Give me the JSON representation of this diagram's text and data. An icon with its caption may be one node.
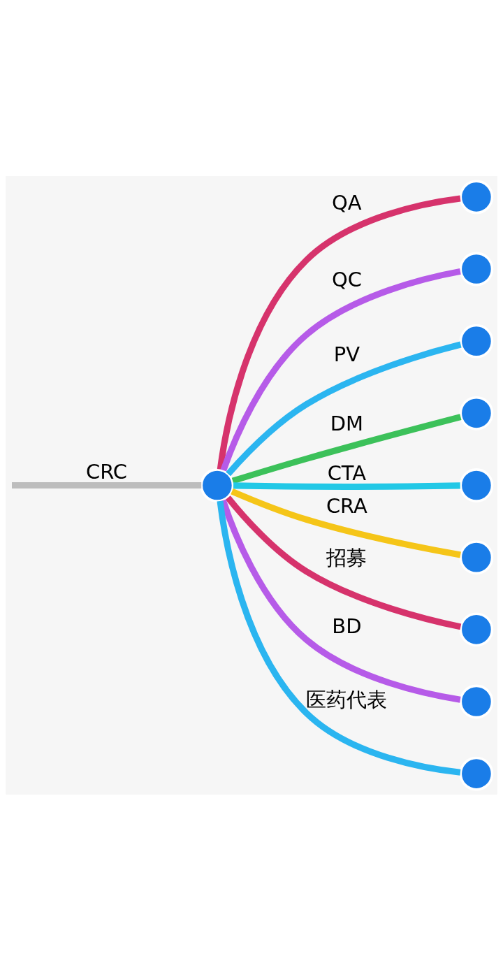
{
  "diagram": {
    "nodes": [
      {
        "text": [],
        "shape": "circle"
      },
      {
        "text": [],
        "shape": "circle"
      },
      {
        "text": [],
        "shape": "circle"
      },
      {
        "text": [],
        "shape": "circle"
      },
      {
        "text": [],
        "shape": "circle"
      },
      {
        "text": [],
        "shape": "circle"
      },
      {
        "text": [],
        "shape": "circle"
      },
      {
        "text": [],
        "shape": "circle"
      },
      {
        "text": [],
        "shape": "circle"
      },
      {
        "text": [],
        "shape": "circle"
      }
    ],
    "edges": [
      {
        "from": null,
        "to": 0,
        "arrow": "none",
        "label": "CRC",
        "color": "#bdbdbd"
      },
      {
        "from": 0,
        "to": 1,
        "arrow": "none",
        "label": "QA",
        "color": "#d6336c"
      },
      {
        "from": 0,
        "to": 2,
        "arrow": "none",
        "label": "QC",
        "color": "#b65be8"
      },
      {
        "from": 0,
        "to": 3,
        "arrow": "none",
        "label": "PV",
        "color": "#2bb5f0"
      },
      {
        "from": 0,
        "to": 4,
        "arrow": "none",
        "label": "DM",
        "color": "#3cc15a"
      },
      {
        "from": 0,
        "to": 5,
        "arrow": "none",
        "label": "CTA",
        "color": "#22c8e6"
      },
      {
        "from": 0,
        "to": 6,
        "arrow": "none",
        "label": "CRA",
        "color": "#f5c518"
      },
      {
        "from": 0,
        "to": 7,
        "arrow": "none",
        "label": "招募",
        "color": "#d6336c"
      },
      {
        "from": 0,
        "to": 8,
        "arrow": "none",
        "label": "BD",
        "color": "#b65be8"
      },
      {
        "from": 0,
        "to": 9,
        "arrow": "none",
        "label": "医药代表",
        "color": "#2bb5f0"
      }
    ]
  }
}
